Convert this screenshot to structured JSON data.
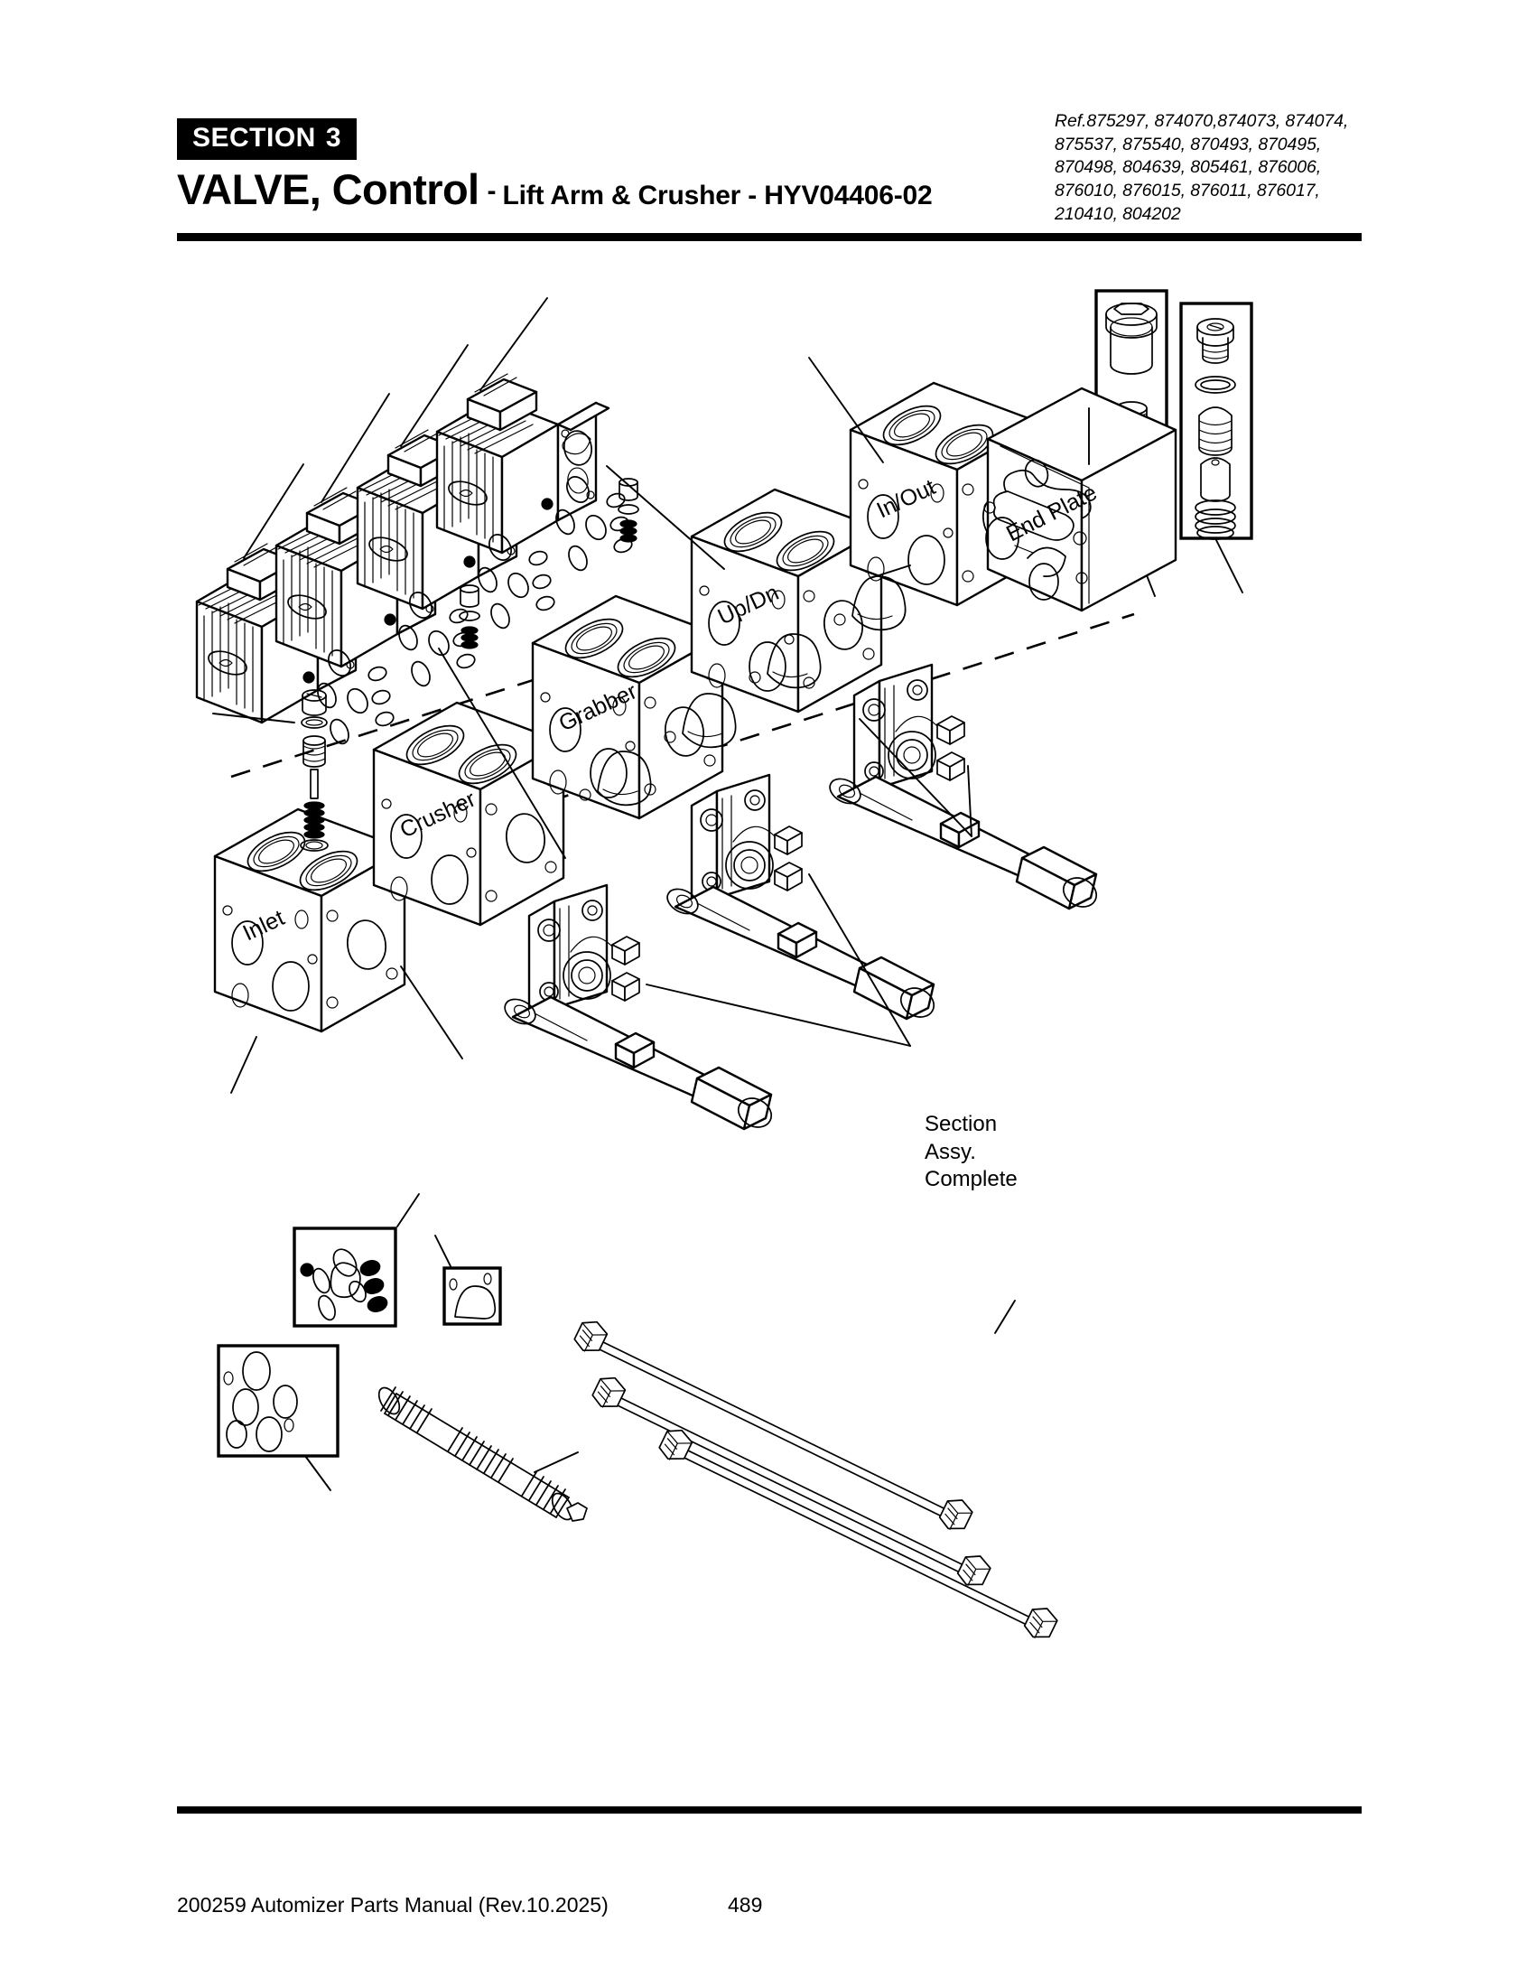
{
  "header": {
    "section_badge_word": "SECTION",
    "section_badge_number": "3",
    "title_main": "VALVE, Control",
    "title_dash": "-",
    "title_sub": "Lift Arm & Crusher - HYV04406-02",
    "ref_lines": [
      "Ref.875297, 874070,874073, 874074,",
      "875537, 875540, 870493, 870495,",
      "870498, 804639, 805461, 876006,",
      "876010, 876015, 876011, 876017,",
      "210410, 804202"
    ]
  },
  "figure": {
    "callouts": {
      "inlet": "Inlet",
      "crusher": "Crusher",
      "grabber": "Grabber",
      "up_dn": "Up/Dn",
      "in_out": "In/Out",
      "end_plate": "End Plate"
    },
    "note": {
      "line1": "Section",
      "line2": "Assy.",
      "line3": "Complete"
    }
  },
  "footer": {
    "manual_text": "200259 Automizer Parts Manual (Rev.10.2025)",
    "page_number": "489"
  }
}
